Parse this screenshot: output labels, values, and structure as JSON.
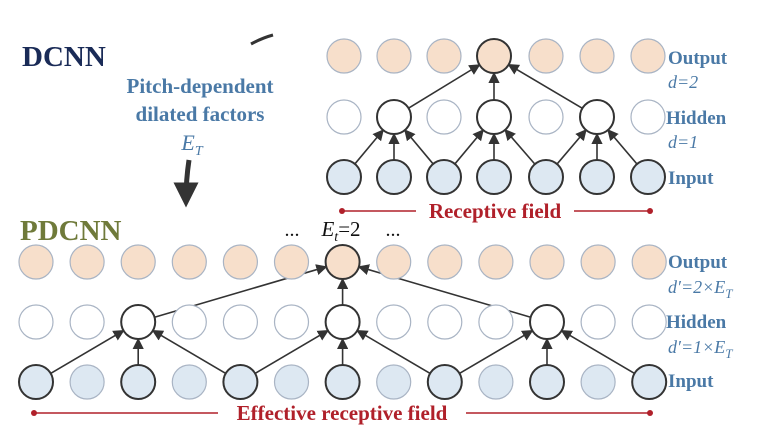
{
  "colors": {
    "dcnn_title": "#1a2b57",
    "pdcnn_title": "#6f7a3a",
    "label_blue": "#4a79a6",
    "receptive_red": "#b0202a",
    "output_fill": "#f7dfcb",
    "input_fill": "#dde8f2",
    "hidden_fill": "#ffffff",
    "faded_stroke": "#a9b4c4",
    "active_stroke": "#333333"
  },
  "dcnn": {
    "title": "DCNN",
    "labels": {
      "output": "Output",
      "output_param": "d=2",
      "hidden": "Hidden",
      "hidden_param": "d=1",
      "input": "Input"
    },
    "receptive_field": "Receptive field"
  },
  "pitch_annotation": {
    "line1": "Pitch-dependent",
    "line2": "dilated factors",
    "symbol": "E",
    "subscript": "T"
  },
  "pdcnn": {
    "title": "PDCNN",
    "et_symbol": "E",
    "et_subscript": "t",
    "et_value": "=2",
    "ellipsis": "...",
    "labels": {
      "output": "Output",
      "output_param_prefix": "d′=2×",
      "hidden": "Hidden",
      "hidden_param_prefix": "d′=1×",
      "param_symbol": "E",
      "param_subscript": "T",
      "input": "Input"
    },
    "receptive_field": "Effective receptive field"
  }
}
